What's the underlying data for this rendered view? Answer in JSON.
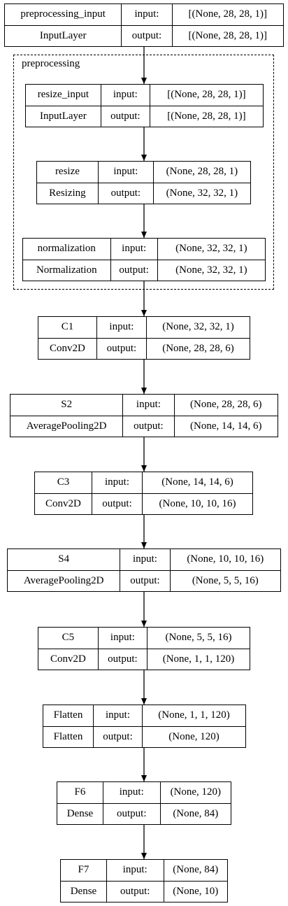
{
  "diagram": {
    "cluster_label": "preprocessing",
    "nodes": [
      {
        "name": "preprocessing_input",
        "type": "InputLayer",
        "input_label": "input:",
        "output_label": "output:",
        "input": "[(None, 28, 28, 1)]",
        "output": "[(None, 28, 28, 1)]"
      },
      {
        "name": "resize_input",
        "type": "InputLayer",
        "input_label": "input:",
        "output_label": "output:",
        "input": "[(None, 28, 28, 1)]",
        "output": "[(None, 28, 28, 1)]"
      },
      {
        "name": "resize",
        "type": "Resizing",
        "input_label": "input:",
        "output_label": "output:",
        "input": "(None, 28, 28, 1)",
        "output": "(None, 32, 32, 1)"
      },
      {
        "name": "normalization",
        "type": "Normalization",
        "input_label": "input:",
        "output_label": "output:",
        "input": "(None, 32, 32, 1)",
        "output": "(None, 32, 32, 1)"
      },
      {
        "name": "C1",
        "type": "Conv2D",
        "input_label": "input:",
        "output_label": "output:",
        "input": "(None, 32, 32, 1)",
        "output": "(None, 28, 28, 6)"
      },
      {
        "name": "S2",
        "type": "AveragePooling2D",
        "input_label": "input:",
        "output_label": "output:",
        "input": "(None, 28, 28, 6)",
        "output": "(None, 14, 14, 6)"
      },
      {
        "name": "C3",
        "type": "Conv2D",
        "input_label": "input:",
        "output_label": "output:",
        "input": "(None, 14, 14, 6)",
        "output": "(None, 10, 10, 16)"
      },
      {
        "name": "S4",
        "type": "AveragePooling2D",
        "input_label": "input:",
        "output_label": "output:",
        "input": "(None, 10, 10, 16)",
        "output": "(None, 5, 5, 16)"
      },
      {
        "name": "C5",
        "type": "Conv2D",
        "input_label": "input:",
        "output_label": "output:",
        "input": "(None, 5, 5, 16)",
        "output": "(None, 1, 1, 120)"
      },
      {
        "name": "Flatten",
        "type": "Flatten",
        "input_label": "input:",
        "output_label": "output:",
        "input": "(None, 1, 1, 120)",
        "output": "(None, 120)"
      },
      {
        "name": "F6",
        "type": "Dense",
        "input_label": "input:",
        "output_label": "output:",
        "input": "(None, 120)",
        "output": "(None, 84)"
      },
      {
        "name": "F7",
        "type": "Dense",
        "input_label": "input:",
        "output_label": "output:",
        "input": "(None, 84)",
        "output": "(None, 10)"
      }
    ]
  }
}
